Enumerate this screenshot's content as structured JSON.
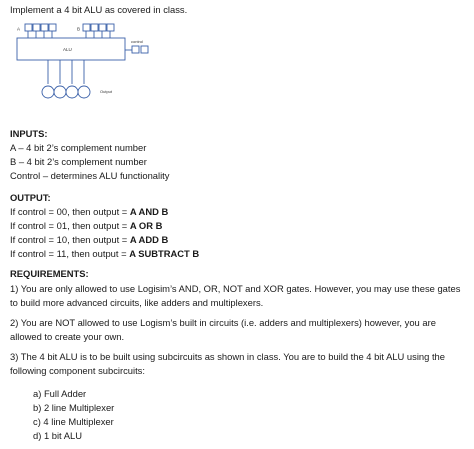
{
  "intro": "Implement a 4 bit ALU as covered in class.",
  "diagram": {
    "label_a": "A",
    "label_b": "B",
    "label_control": "control",
    "label_alu": "ALU",
    "label_output": "Output"
  },
  "inputs": {
    "heading": "INPUTS:",
    "lines": [
      "A – 4 bit 2’s complement number",
      "B – 4 bit 2’s complement number",
      "Control – determines ALU functionality"
    ]
  },
  "output": {
    "heading": "OUTPUT:",
    "rows": [
      {
        "prefix": "If control = 00, then output = ",
        "op": "A AND B"
      },
      {
        "prefix": "If control = 01, then output = ",
        "op": "A OR B"
      },
      {
        "prefix": "If control = 10, then output = ",
        "op": "A ADD B"
      },
      {
        "prefix": "If control = 11, then output = ",
        "op": "A SUBTRACT B"
      }
    ]
  },
  "requirements": {
    "heading": "REQUIREMENTS:",
    "r1": "1)  You are only allowed to use Logisim’s AND, OR, NOT and XOR gates.  However, you may use these gates to build more advanced circuits, like adders and multiplexers.",
    "r2": "2) You are NOT allowed to use Logism’s built in circuits (i.e. adders and multiplexers) however, you are allowed to create your own.",
    "r3": "3) The 4 bit ALU is to be built using subcircuits as shown in class.  You are to build the 4 bit ALU using the following component subcircuits:",
    "items": [
      "a) Full Adder",
      "b) 2 line Multiplexer",
      "c) 4 line Multiplexer",
      "d) 1 bit ALU"
    ]
  }
}
